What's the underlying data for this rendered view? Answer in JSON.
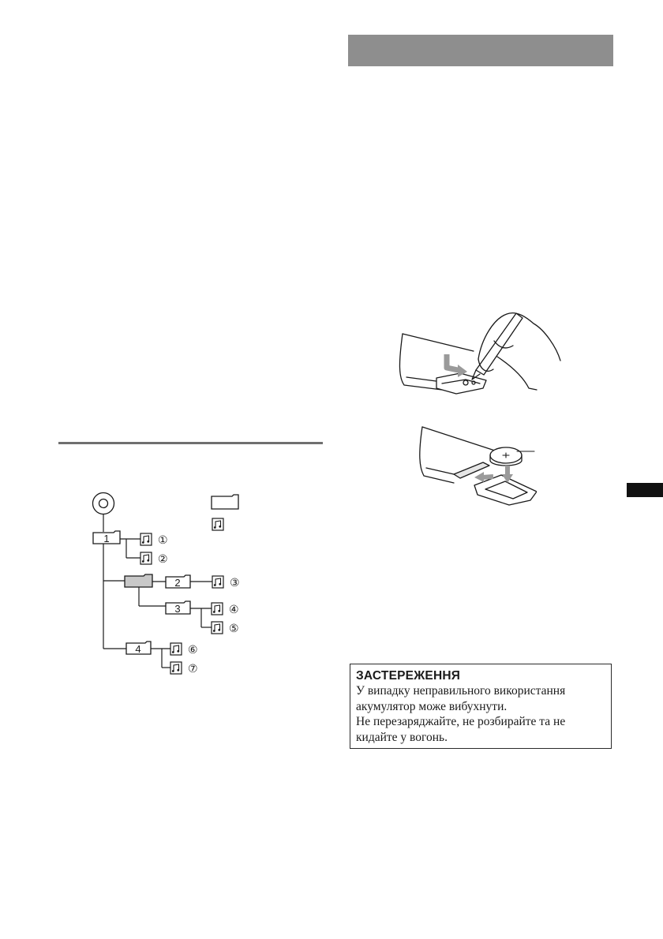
{
  "folder_tree": {
    "folders": [
      "1",
      "2",
      "3",
      "4"
    ],
    "tracks": [
      "①",
      "②",
      "③",
      "④",
      "⑤",
      "⑥",
      "⑦"
    ]
  },
  "caution": {
    "title": "ЗАСТЕРЕЖЕННЯ",
    "lines": [
      "У випадку неправильного використання",
      "акумулятор може вибухнути.",
      "Не перезаряджайте, не розбирайте та не",
      "кидайте у вогонь."
    ]
  },
  "colors": {
    "section_bar": "#8e8e8e",
    "selected_folder": "#c8c8c8",
    "side_tab": "#111111"
  },
  "icons": [
    "disc-icon",
    "folder-icon",
    "music-file-icon",
    "remote-control-illustration",
    "lithium-battery-illustration"
  ]
}
